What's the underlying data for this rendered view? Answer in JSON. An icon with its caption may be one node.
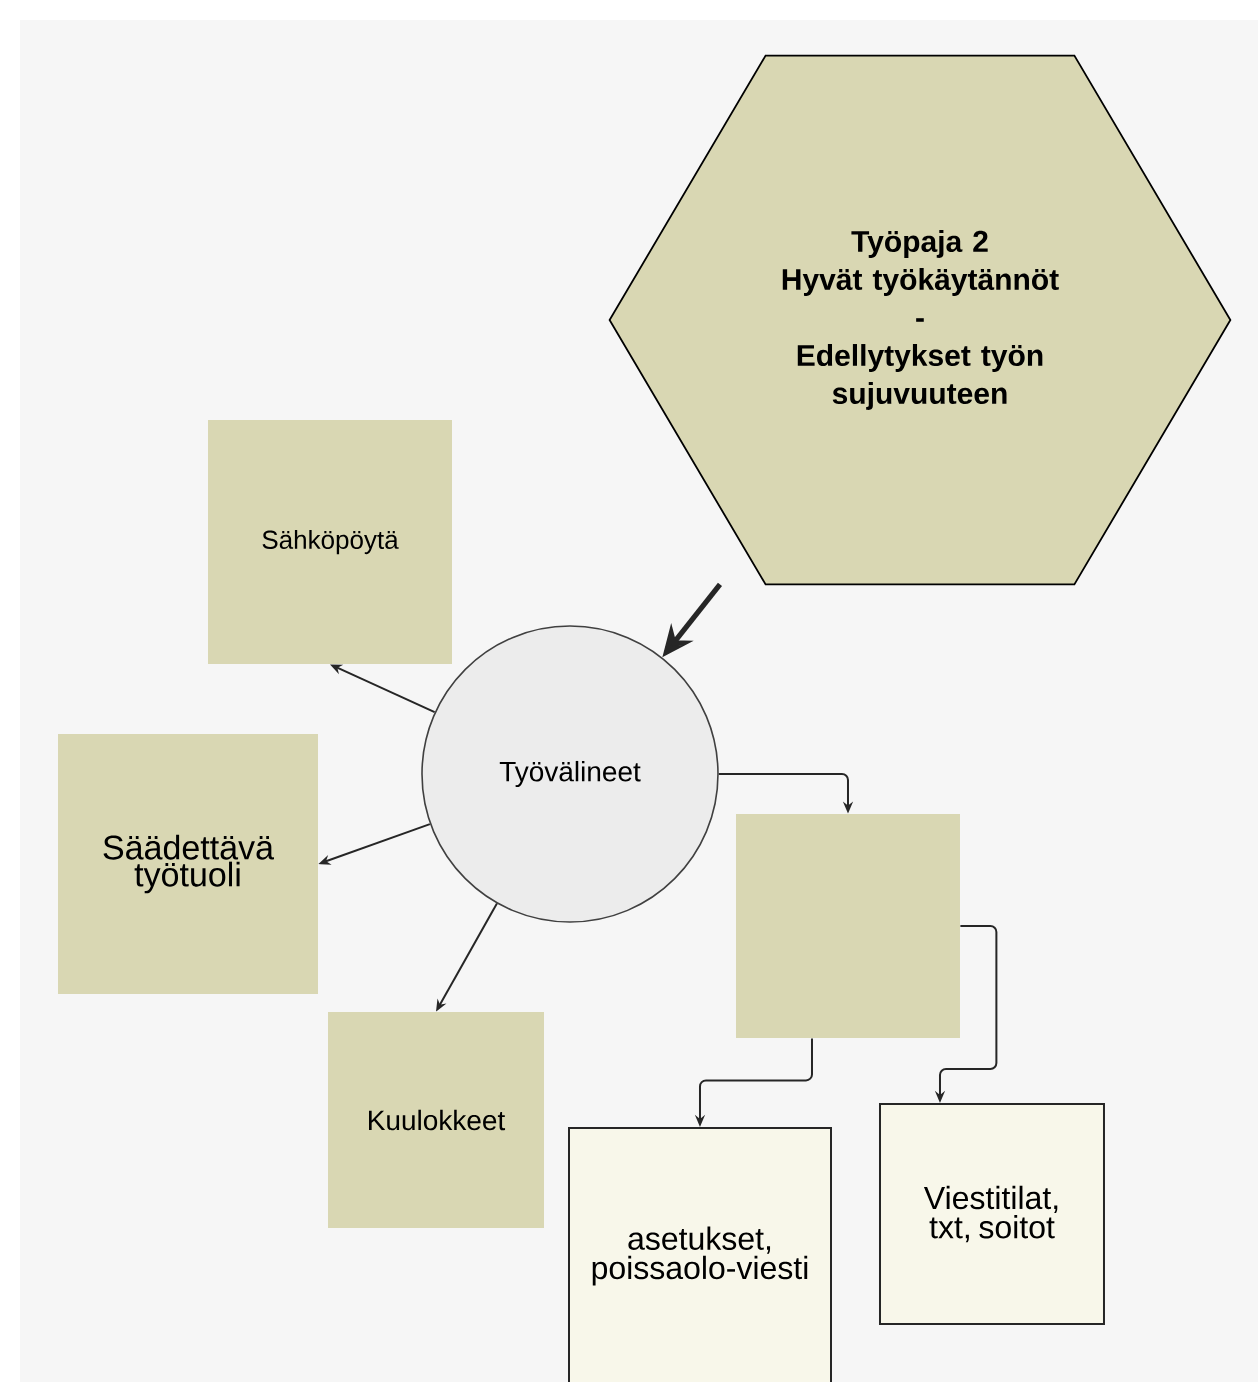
{
  "diagram": {
    "nodes": [
      {
        "text": [
          "Työpaja 2",
          "Hyvät työkäytännöt",
          "-",
          "Edellytykset työn sujuvuuteen"
        ]
      },
      {
        "text": [
          "Sähköpöytä"
        ]
      },
      {
        "text": [
          "Työvälineet"
        ]
      },
      {
        "text": [
          "Säädettävä työtuoli"
        ]
      },
      {
        "text": [
          "Kuulokkeet"
        ]
      },
      {
        "text": [],
        "shape": "box"
      },
      {
        "text": [
          "asetukset, poissaolo-viesti"
        ]
      },
      {
        "text": [
          "Viestitilat, txt, soitot"
        ]
      }
    ],
    "edges": [
      {
        "from": 0,
        "to": 2,
        "arrow": "to",
        "style": "thick"
      },
      {
        "from": 2,
        "to": 1,
        "arrow": "to"
      },
      {
        "from": 2,
        "to": 3,
        "arrow": "to"
      },
      {
        "from": 2,
        "to": 4,
        "arrow": "to"
      },
      {
        "from": 2,
        "to": 5,
        "arrow": "to"
      },
      {
        "from": 5,
        "to": 6,
        "arrow": "to"
      },
      {
        "from": 5,
        "to": 7,
        "arrow": "to"
      }
    ]
  }
}
